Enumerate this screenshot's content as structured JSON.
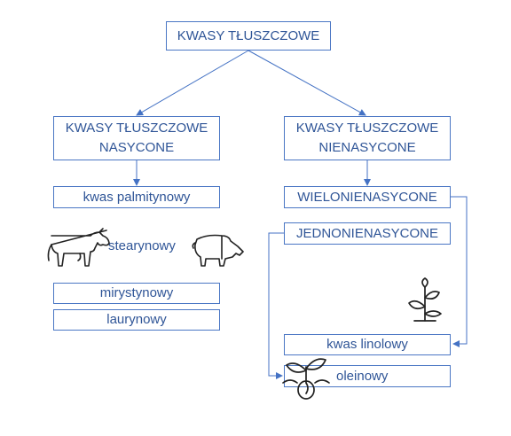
{
  "diagram": {
    "root": "KWASY TŁUSZCZOWE",
    "saturated": {
      "line1": "KWASY TŁUSZCZOWE",
      "line2": "NASYCONE"
    },
    "unsaturated": {
      "line1": "KWASY TŁUSZCZOWE",
      "line2": "NIENASYCONE"
    },
    "saturated_items": [
      "kwas palmitynowy",
      "stearynowy",
      "mirystynowy",
      "laurynowy"
    ],
    "poly": "WIELONIENASYCONE",
    "mono": "JEDNONIENASYCONE",
    "linoleic": "kwas linolowy",
    "oleic": "oleinowy"
  },
  "icons": [
    "cow-icon",
    "pig-icon",
    "plant-icon",
    "sprout-seed-icon"
  ],
  "colors": {
    "line": "#4472c4",
    "text": "#2f5597",
    "icon": "#222222"
  }
}
